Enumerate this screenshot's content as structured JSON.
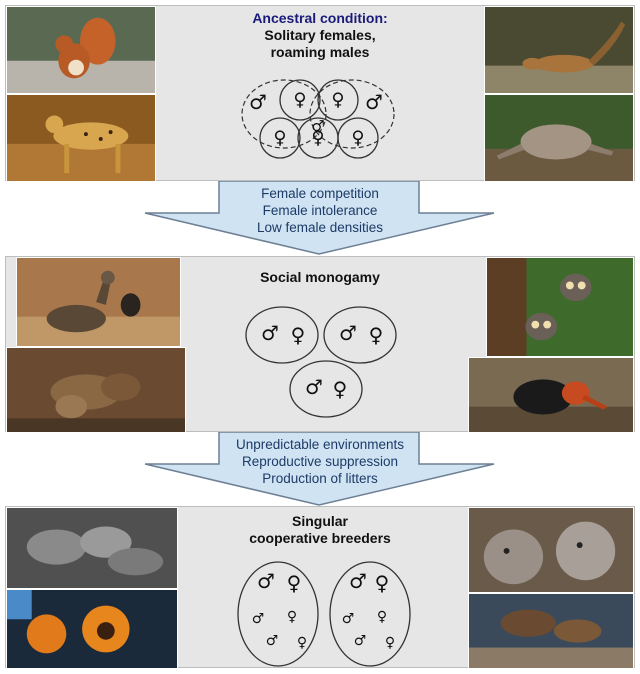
{
  "stages": [
    {
      "title_lines": [
        "Ancestral condition:",
        "Solitary females,",
        "roaming males"
      ],
      "photos": [
        "red squirrel",
        "cheetah",
        "numbat",
        "armadillo"
      ]
    },
    {
      "title_lines": [
        "Social monogamy"
      ],
      "photos": [
        "deer",
        "otters",
        "owl monkeys",
        "elephant shrew"
      ]
    },
    {
      "title_lines": [
        "Singular",
        "cooperative breeders"
      ],
      "photos": [
        "meerkat pups",
        "golden lion tamarins",
        "wolves",
        "beavers"
      ]
    }
  ],
  "transitions": [
    {
      "lines": [
        "Female competition",
        "Female intolerance",
        "Low female densities"
      ]
    },
    {
      "lines": [
        "Unpredictable environments",
        "Reproductive suppression",
        "Production of litters"
      ]
    }
  ],
  "symbols": {
    "male": "♂",
    "female": "♀"
  },
  "colors": {
    "arrow_fill": "#cfe3f3",
    "arrow_stroke": "#6d7f94",
    "title_accent": "#1a1a7a",
    "panel": "#e6e6e6"
  }
}
